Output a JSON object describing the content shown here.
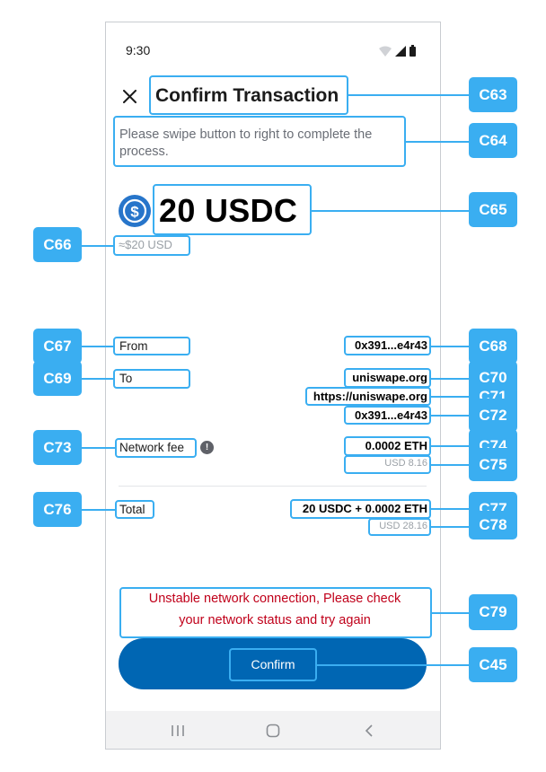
{
  "status_bar": {
    "time": "9:30",
    "icons": [
      "wifi-icon",
      "signal-icon",
      "battery-icon"
    ]
  },
  "header": {
    "close_icon": "close-icon",
    "title": "Confirm Transaction"
  },
  "instruction": "Please swipe button to right to complete the process.",
  "amount": {
    "token_icon": "usdc-icon",
    "value": "20 USDC",
    "approx": "≈$20 USD"
  },
  "details": {
    "from_label": "From",
    "from_value": "0x391...e4r43",
    "to_label": "To",
    "to_name": "uniswape.org",
    "to_url": "https://uniswape.org",
    "to_address": "0x391...e4r43",
    "fee_label": "Network fee",
    "fee_info_icon": "info-icon",
    "fee_value": "0.0002 ETH",
    "fee_usd": "USD 8.16",
    "total_label": "Total",
    "total_value": "20 USDC + 0.0002 ETH",
    "total_usd": "USD 28.16"
  },
  "warning": {
    "line1": "Unstable network connection, Please check",
    "line2": "your network status and try again"
  },
  "confirm_button": {
    "label": "Confirm"
  },
  "nav_bar": {
    "icons": [
      "recent-apps-icon",
      "home-icon",
      "back-icon"
    ]
  },
  "annotations": {
    "c63": "C63",
    "c64": "C64",
    "c65": "C65",
    "c66": "C66",
    "c67": "C67",
    "c68": "C68",
    "c69": "C69",
    "c70": "C70",
    "c71": "C71",
    "c72": "C72",
    "c73": "C73",
    "c74": "C74",
    "c75": "C75",
    "c76": "C76",
    "c77": "C77",
    "c78": "C78",
    "c79": "C79",
    "c45": "C45"
  },
  "colors": {
    "accent": "#0066b3",
    "annotation": "#3aaef1",
    "warning": "#c0001a",
    "usdc": "#2775ca"
  }
}
